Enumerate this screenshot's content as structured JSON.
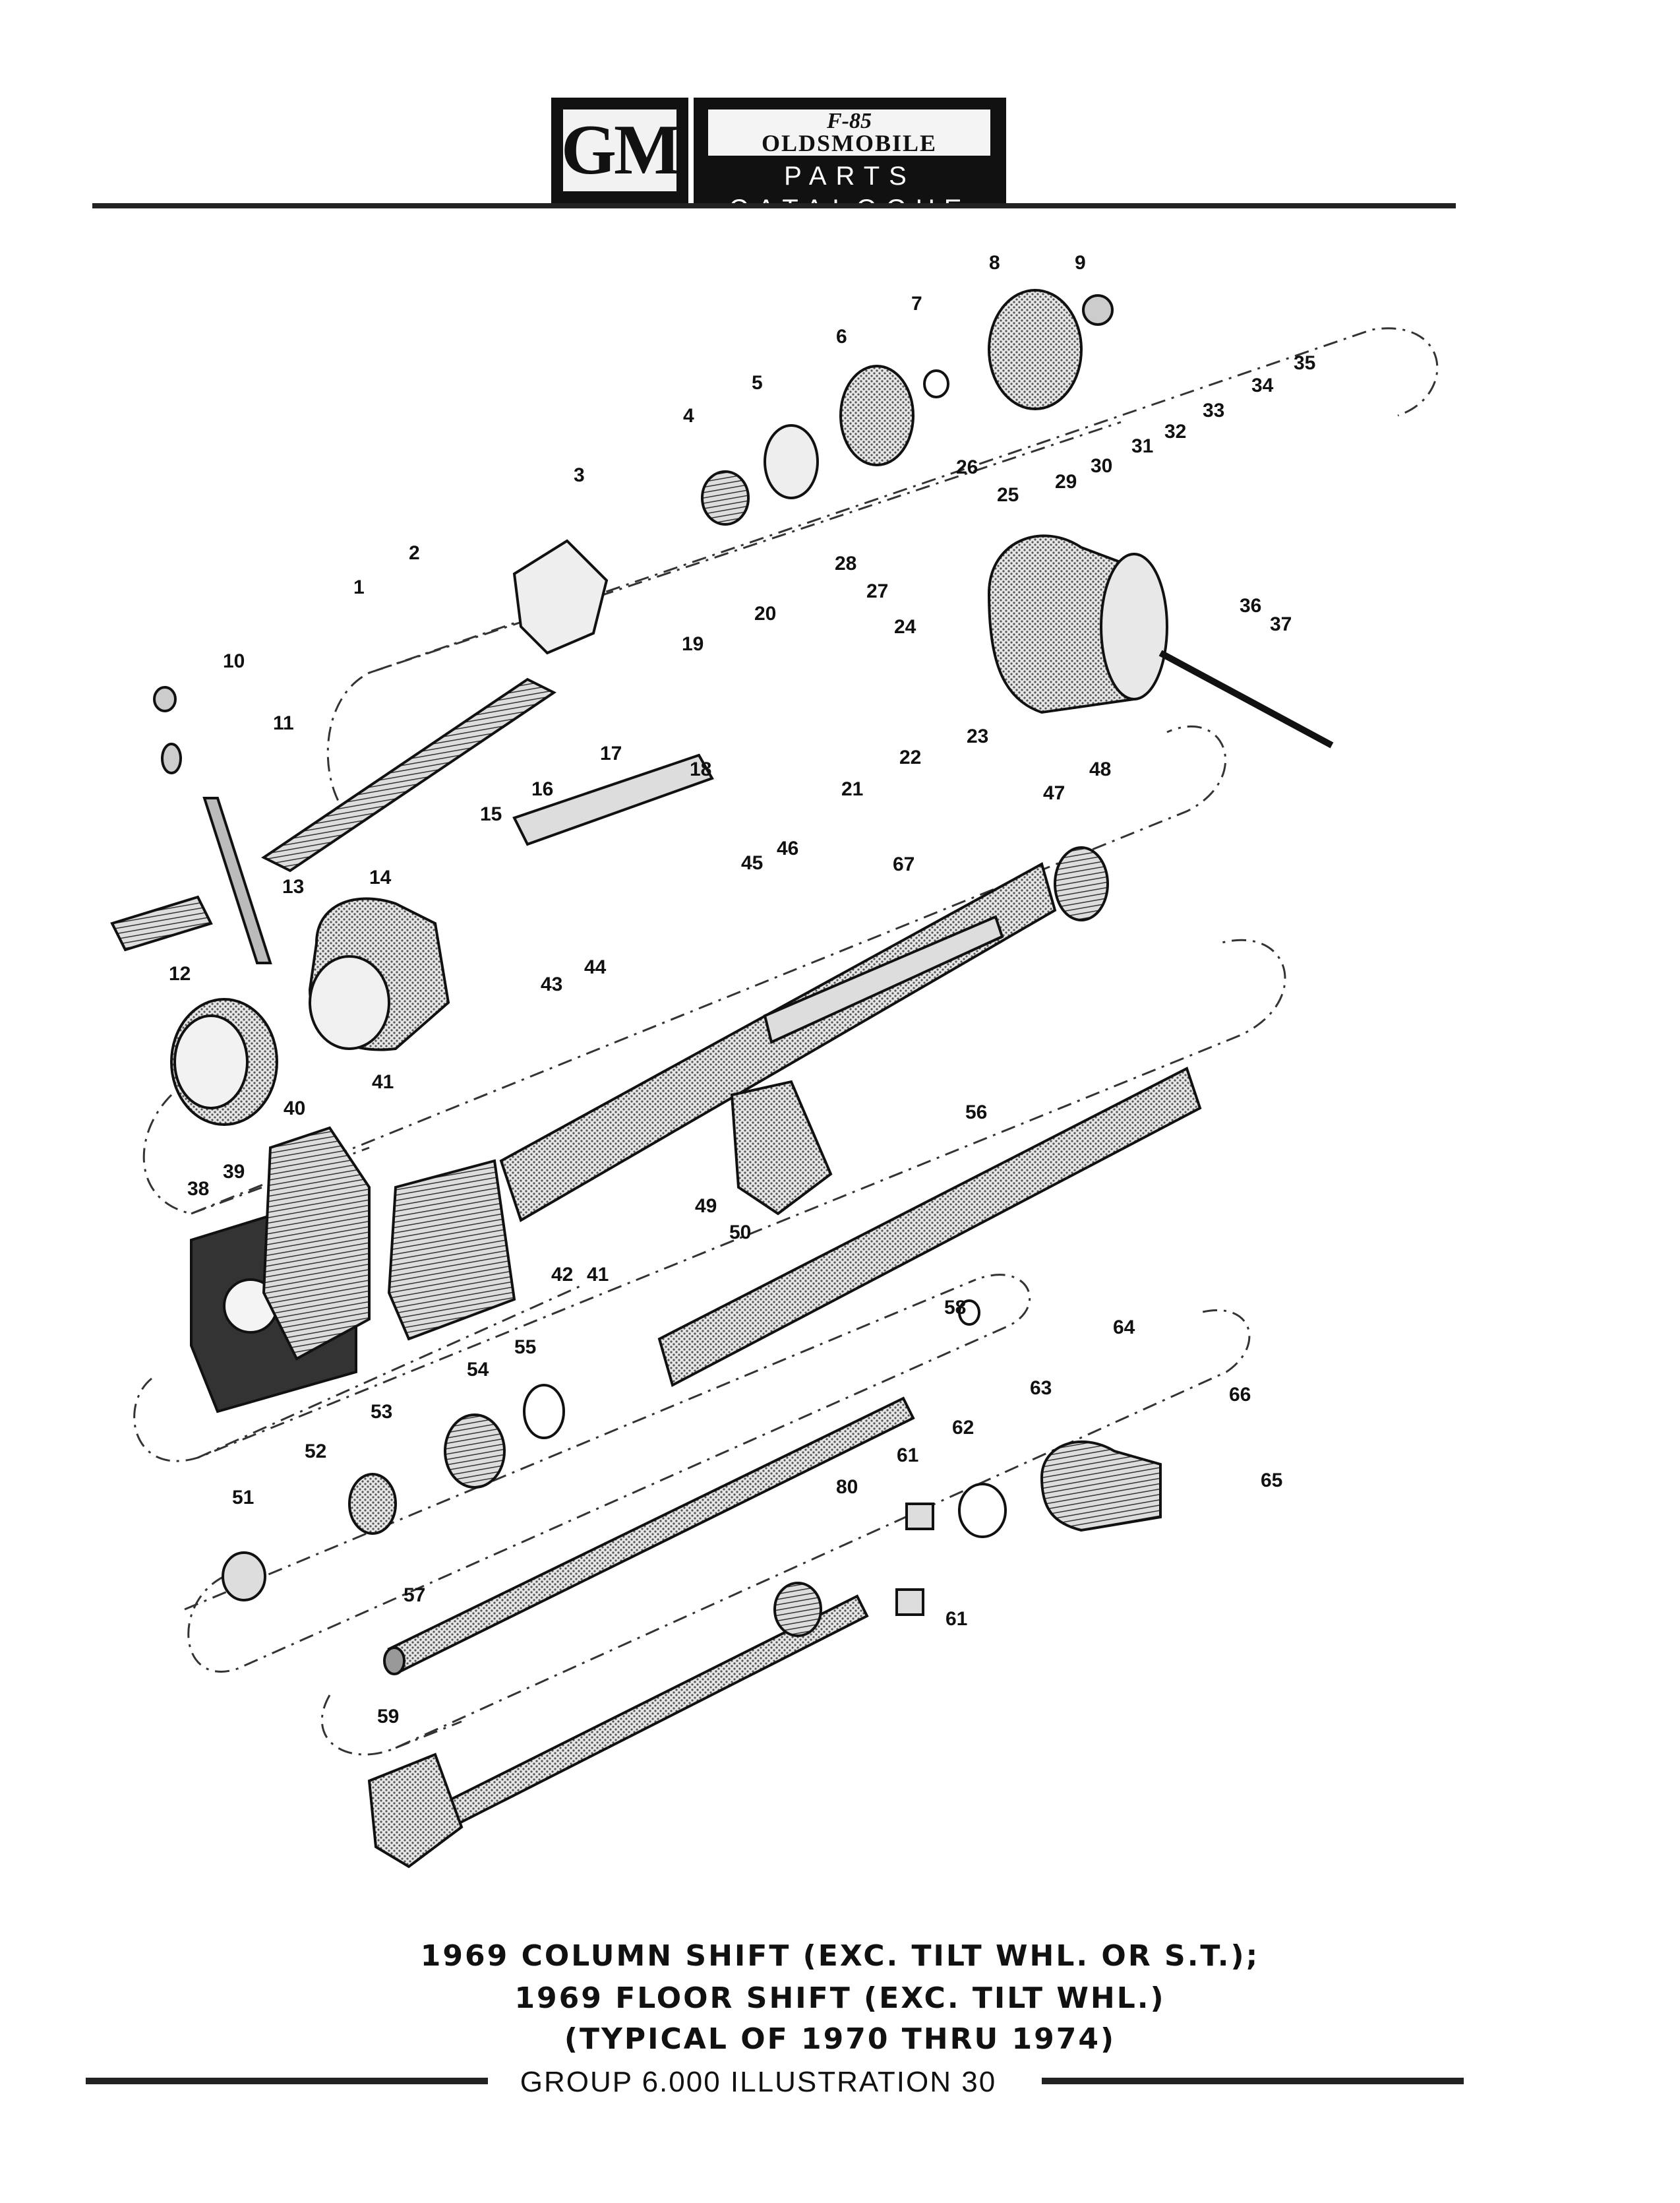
{
  "header": {
    "gm_logo": "GM",
    "brand_mark": "F-85",
    "brand": "OLDSMOBILE",
    "catalog": "PARTS CATALOGUE"
  },
  "callouts": [
    "1",
    "2",
    "3",
    "4",
    "5",
    "6",
    "7",
    "8",
    "9",
    "10",
    "11",
    "12",
    "13",
    "14",
    "15",
    "16",
    "17",
    "18",
    "19",
    "20",
    "21",
    "22",
    "23",
    "24",
    "25",
    "26",
    "27",
    "28",
    "29",
    "30",
    "31",
    "32",
    "33",
    "34",
    "35",
    "36",
    "37",
    "38",
    "39",
    "40",
    "41",
    "41",
    "42",
    "43",
    "44",
    "45",
    "46",
    "47",
    "48",
    "49",
    "50",
    "51",
    "52",
    "53",
    "54",
    "55",
    "56",
    "57",
    "58",
    "59",
    "61",
    "61",
    "62",
    "63",
    "64",
    "65",
    "66",
    "67",
    "80"
  ],
  "caption": {
    "line1": "1969 COLUMN SHIFT (EXC. TILT WHL. OR S.T.);",
    "line2": "1969 FLOOR SHIFT (EXC. TILT WHL.)",
    "line3": "(TYPICAL OF 1970 THRU 1974)"
  },
  "footer": {
    "group_label": "GROUP 6.000 ILLUSTRATION 30"
  }
}
